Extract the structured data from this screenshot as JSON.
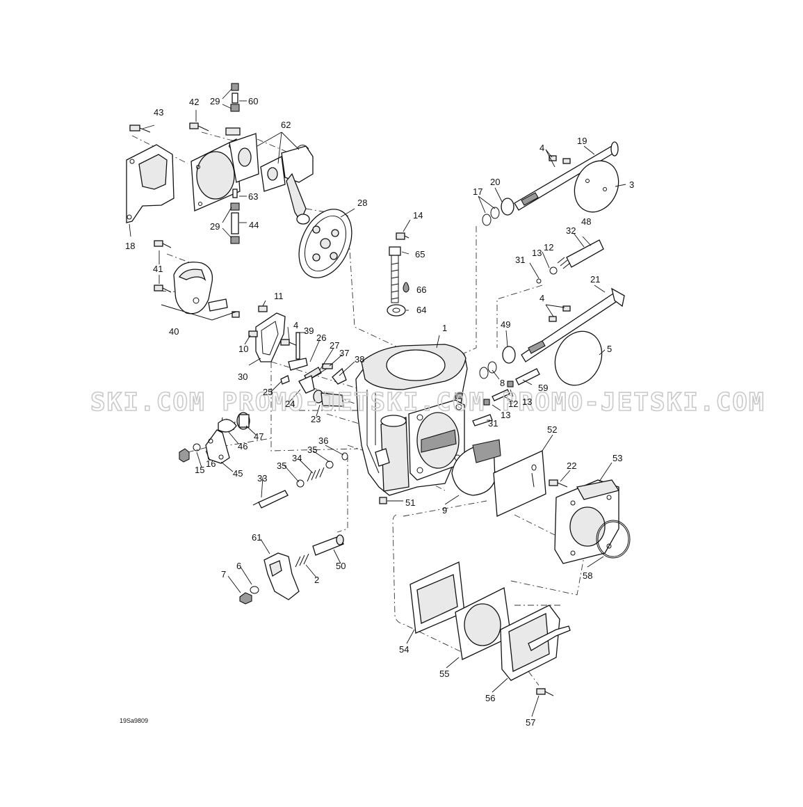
{
  "diagram": {
    "reference_code": "19Sa9809",
    "watermark_text": "SKI.COM  PROMO-JETSKI.COM  PROMO-JETSKI.COM",
    "callouts": [
      {
        "id": "c1",
        "label": "1"
      },
      {
        "id": "c2",
        "label": "2"
      },
      {
        "id": "c3",
        "label": "3"
      },
      {
        "id": "c4a",
        "label": "4"
      },
      {
        "id": "c4b",
        "label": "4"
      },
      {
        "id": "c4c",
        "label": "4"
      },
      {
        "id": "c5",
        "label": "5"
      },
      {
        "id": "c6",
        "label": "6"
      },
      {
        "id": "c7",
        "label": "7"
      },
      {
        "id": "c8",
        "label": "8"
      },
      {
        "id": "c9",
        "label": "9"
      },
      {
        "id": "c10",
        "label": "10"
      },
      {
        "id": "c11",
        "label": "11"
      },
      {
        "id": "c12a",
        "label": "12"
      },
      {
        "id": "c12b",
        "label": "12"
      },
      {
        "id": "c13a",
        "label": "13"
      },
      {
        "id": "c13b",
        "label": "13"
      },
      {
        "id": "c13c",
        "label": "13"
      },
      {
        "id": "c14",
        "label": "14"
      },
      {
        "id": "c15",
        "label": "15"
      },
      {
        "id": "c16",
        "label": "16"
      },
      {
        "id": "c17",
        "label": "17"
      },
      {
        "id": "c18",
        "label": "18"
      },
      {
        "id": "c19",
        "label": "19"
      },
      {
        "id": "c20",
        "label": "20"
      },
      {
        "id": "c21",
        "label": "21"
      },
      {
        "id": "c22",
        "label": "22"
      },
      {
        "id": "c23",
        "label": "23"
      },
      {
        "id": "c24",
        "label": "24"
      },
      {
        "id": "c25",
        "label": "25"
      },
      {
        "id": "c26",
        "label": "26"
      },
      {
        "id": "c27",
        "label": "27"
      },
      {
        "id": "c28",
        "label": "28"
      },
      {
        "id": "c29a",
        "label": "29"
      },
      {
        "id": "c29b",
        "label": "29"
      },
      {
        "id": "c30",
        "label": "30"
      },
      {
        "id": "c31a",
        "label": "31"
      },
      {
        "id": "c31b",
        "label": "31"
      },
      {
        "id": "c32",
        "label": "32"
      },
      {
        "id": "c33",
        "label": "33"
      },
      {
        "id": "c34",
        "label": "34"
      },
      {
        "id": "c35a",
        "label": "35"
      },
      {
        "id": "c35b",
        "label": "35"
      },
      {
        "id": "c36",
        "label": "36"
      },
      {
        "id": "c37",
        "label": "37"
      },
      {
        "id": "c38",
        "label": "38"
      },
      {
        "id": "c39",
        "label": "39"
      },
      {
        "id": "c40",
        "label": "40"
      },
      {
        "id": "c41",
        "label": "41"
      },
      {
        "id": "c42",
        "label": "42"
      },
      {
        "id": "c43",
        "label": "43"
      },
      {
        "id": "c44",
        "label": "44"
      },
      {
        "id": "c45",
        "label": "45"
      },
      {
        "id": "c46",
        "label": "46"
      },
      {
        "id": "c47",
        "label": "47"
      },
      {
        "id": "c48",
        "label": "48"
      },
      {
        "id": "c49",
        "label": "49"
      },
      {
        "id": "c50",
        "label": "50"
      },
      {
        "id": "c51",
        "label": "51"
      },
      {
        "id": "c52",
        "label": "52"
      },
      {
        "id": "c53",
        "label": "53"
      },
      {
        "id": "c54",
        "label": "54"
      },
      {
        "id": "c55",
        "label": "55"
      },
      {
        "id": "c56",
        "label": "56"
      },
      {
        "id": "c57",
        "label": "57"
      },
      {
        "id": "c58",
        "label": "58"
      },
      {
        "id": "c59",
        "label": "59"
      },
      {
        "id": "c60",
        "label": "60"
      },
      {
        "id": "c61",
        "label": "61"
      },
      {
        "id": "c62",
        "label": "62"
      },
      {
        "id": "c63",
        "label": "63"
      },
      {
        "id": "c64",
        "label": "64"
      },
      {
        "id": "c65",
        "label": "65"
      },
      {
        "id": "c66",
        "label": "66"
      }
    ]
  }
}
